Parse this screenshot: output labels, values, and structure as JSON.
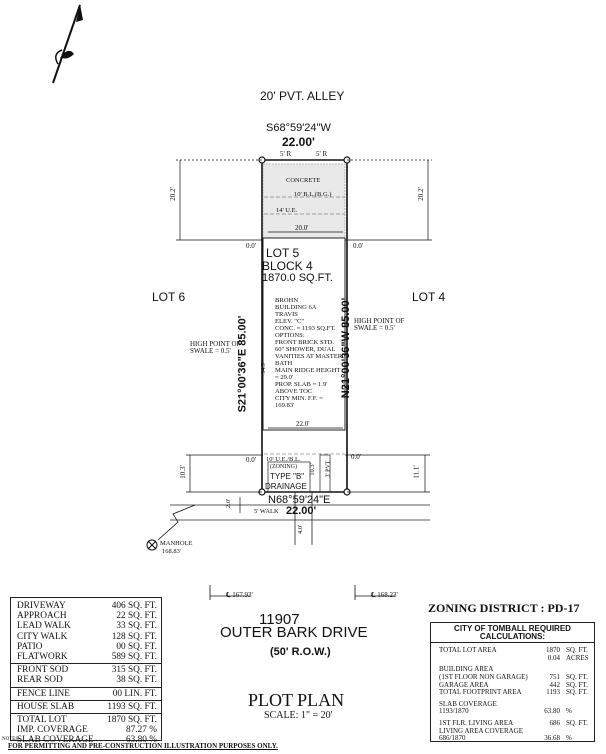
{
  "alley_label": "20' PVT. ALLEY",
  "rear_bearing": "S68°59'24\"W",
  "rear_length": "22.00'",
  "rear_setback_left": "5' R",
  "rear_setback_right": "5' R",
  "concrete_label": "CONCRETE",
  "bl_label": "10' B.L.(B.G.)",
  "ue_label": "14' U.E.",
  "garage_width": "20.0'",
  "left_depth_dim": "20.2'",
  "right_depth_dim": "20.2'",
  "left_offset": "0.0'",
  "right_offset": "0.0'",
  "lot_label": "LOT 5",
  "block_label": "BLOCK 4",
  "lot_area_label": "1870.0 SQ.FT.",
  "adjacent_left": "LOT 6",
  "adjacent_right": "LOT 4",
  "left_bearing": "S21°00'36\"E  85.00'",
  "right_bearing": "N21°00'36\"W  85.00'",
  "left_swale": "HIGH POINT OF\nSWALE = 0.5'",
  "right_swale": "HIGH POINT OF\nSWALE = 0.5'",
  "side_dim": "34.5'",
  "house_notes": [
    "BROHN",
    "BUILDING 6A",
    "TRAVIS",
    "ELEV. \"C\"",
    "CONC. = 1193 SQ.FT.",
    "OPTIONS:",
    "FRONT BRICK STD.",
    "60\" SHOWER, DUAL",
    "VANITIES AT MASTER",
    "BATH",
    "MAIN RIDGE HEIGHT",
    "= 29.0'",
    "PROP. SLAB = 1.9'",
    "ABOVE TOC",
    "CITY MIN. F.F. =",
    "169.83'"
  ],
  "house_width": "22.0'",
  "front_offset_left": "0.0'",
  "front_offset_right": "0.0'",
  "front_ue": "10' U.E./B.L.",
  "zoning_tag": "(ZONING)",
  "drainage_type": "TYPE \"B\"",
  "drainage_label": "DRAINAGE",
  "front_left_dim": "10.3'",
  "front_right_dim": "11.1'",
  "front_mid_dim": "10.3'",
  "pvt_label": "3' PVT",
  "front_bearing": "N68°59'24\"E",
  "front_length": "22.00'",
  "walk_label": "5' WALK",
  "walk_gap": "2.0'",
  "drive_dim": "4.0'",
  "manhole_label": "MANHOLE",
  "manhole_elev": "168.83'",
  "centerline_left": "167.93'",
  "centerline_right": "168.23'",
  "address_number": "11907",
  "address_street": "OUTER BARK DRIVE",
  "row_label": "(50' R.O.W.)",
  "plan_title": "PLOT PLAN",
  "scale_label": "SCALE: 1\" = 20'",
  "zoning_district": "ZONING DISTRICT : PD-17",
  "areas": [
    {
      "label": "DRIVEWAY",
      "value": "406 SQ. FT."
    },
    {
      "label": "APPROACH",
      "value": "22 SQ. FT."
    },
    {
      "label": "LEAD WALK",
      "value": "33 SQ. FT."
    },
    {
      "label": "CITY WALK",
      "value": "128 SQ. FT."
    },
    {
      "label": "PATIO",
      "value": "00 SQ. FT."
    },
    {
      "label": "FLATWORK",
      "value": "589 SQ. FT."
    },
    {
      "label": "FRONT SOD",
      "value": "315 SQ. FT."
    },
    {
      "label": "REAR SOD",
      "value": "38 SQ. FT."
    },
    {
      "label": "FENCE LINE",
      "value": "00 LIN. FT."
    },
    {
      "label": "HOUSE SLAB",
      "value": "1193 SQ. FT."
    },
    {
      "label": "TOTAL LOT",
      "value": "1870 SQ. FT."
    },
    {
      "label": "IMP. COVERAGE",
      "value": "87.27 %"
    },
    {
      "label": "SLAB COVERAGE",
      "value": "63.80 %"
    }
  ],
  "calc_title": "CITY OF TOMBALL REQUIRED CALCULATIONS:",
  "calc": {
    "total_lot_label": "TOTAL LOT AREA",
    "total_lot_sqft": "1870",
    "total_lot_sqft_unit": "SQ. FT.",
    "total_lot_acres": "0.04",
    "total_lot_acres_unit": "ACRES",
    "building_area_label": "BUILDING AREA",
    "first_floor_label": "(1ST FLOOR NON GARAGE)",
    "first_floor_value": "751",
    "garage_label": "GARAGE AREA",
    "garage_value": "442",
    "footprint_label": "TOTAL FOOTPRINT AREA",
    "footprint_value": "1193",
    "sqft_unit": "SQ. FT.",
    "slab_cov_label": "SLAB COVERAGE",
    "slab_cov_ratio": "1193/1870",
    "slab_cov_value": "63.80",
    "pct": "%",
    "living_label": "1ST FLR. LIVING AREA",
    "living_value": "686",
    "living_cov_label": "LIVING AREA COVERAGE",
    "living_cov_ratio": "686/1870",
    "living_cov_value": "36.68"
  },
  "notes_label": "NOTES:",
  "disclaimer": "FOR PERMITTING AND PRE-CONSTRUCTION ILLUSTRATION PURPOSES ONLY."
}
